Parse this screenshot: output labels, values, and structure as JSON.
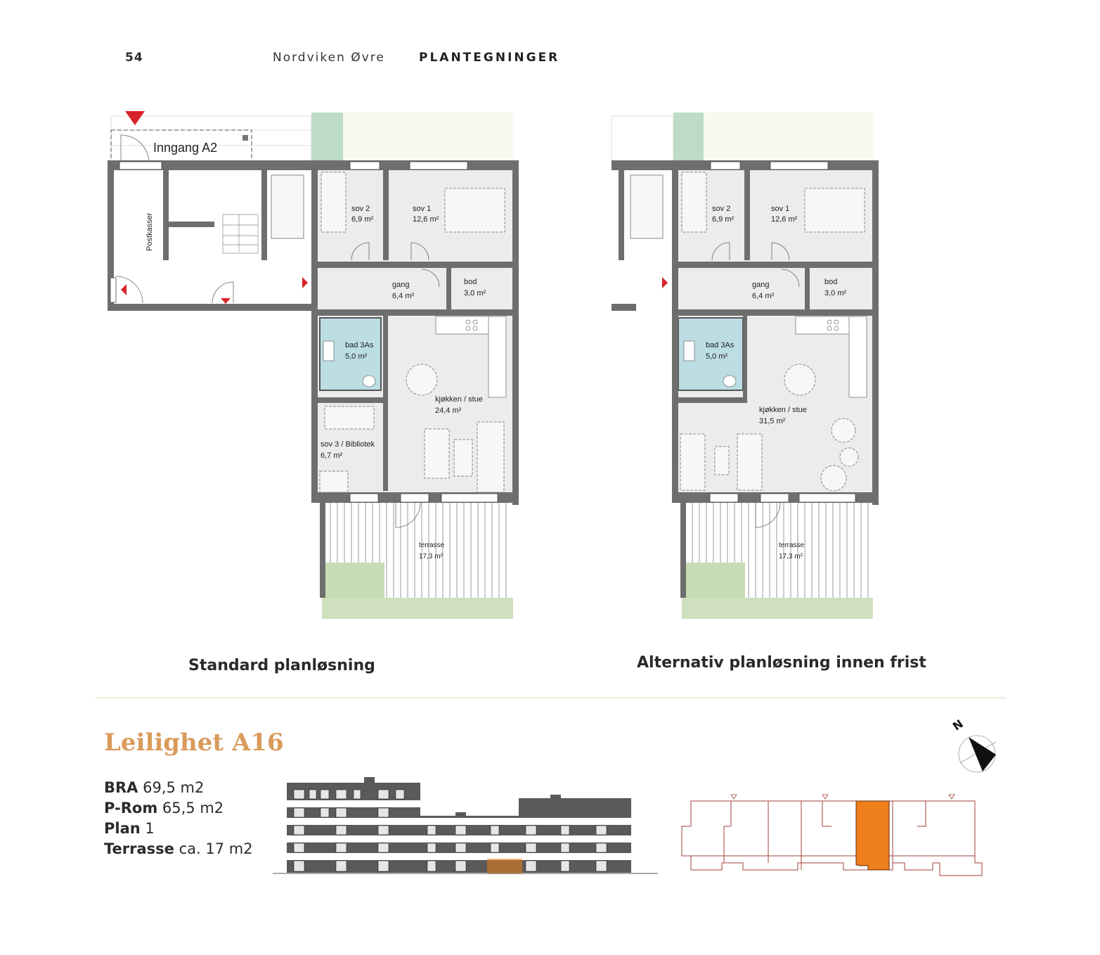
{
  "header": {
    "page_number": "54",
    "project": "Nordviken Øvre",
    "section": "PLANTEGNINGER"
  },
  "standard_plan": {
    "caption": "Standard planløsning",
    "entrance_label": "Inngang A2",
    "mailbox_label": "Postkasser",
    "rooms": [
      {
        "name": "sov 2",
        "area": "6,9 m²"
      },
      {
        "name": "sov 1",
        "area": "12,6 m²"
      },
      {
        "name": "gang",
        "area": "6,4 m²"
      },
      {
        "name": "bod",
        "area": "3,0 m²"
      },
      {
        "name": "bad 3As",
        "area": "5,0 m²"
      },
      {
        "name": "kjøkken / stue",
        "area": "24,4 m²"
      },
      {
        "name": "sov 3 / Bibliotek",
        "area": "6,7 m²"
      },
      {
        "name": "terrasse",
        "area": "17,3 m²"
      }
    ]
  },
  "alternative_plan": {
    "caption": "Alternativ planløsning innen frist",
    "rooms": [
      {
        "name": "sov 2",
        "area": "6,9 m²"
      },
      {
        "name": "sov 1",
        "area": "12,6 m²"
      },
      {
        "name": "gang",
        "area": "6,4 m²"
      },
      {
        "name": "bod",
        "area": "3,0 m²"
      },
      {
        "name": "bad 3As",
        "area": "5,0 m²"
      },
      {
        "name": "kjøkken / stue",
        "area": "31,5 m²"
      },
      {
        "name": "terrasse",
        "area": "17,3 m²"
      }
    ]
  },
  "apartment": {
    "title": "Leilighet A16",
    "specs": [
      {
        "label": "BRA",
        "value": "69,5 m2"
      },
      {
        "label": "P-Rom",
        "value": "65,5 m2"
      },
      {
        "label": "Plan",
        "value": "1"
      },
      {
        "label": "Terrasse",
        "value": " ca. 17 m2"
      }
    ]
  },
  "compass": {
    "label": "N"
  },
  "colors": {
    "accent": "#d99a5a",
    "highlight": "#ef7f1a",
    "wall": "#6e6e6e",
    "bath": "#bcdde4",
    "green": "#cfe0bf",
    "outline": "#a0403a",
    "marker": "#d9232a"
  }
}
